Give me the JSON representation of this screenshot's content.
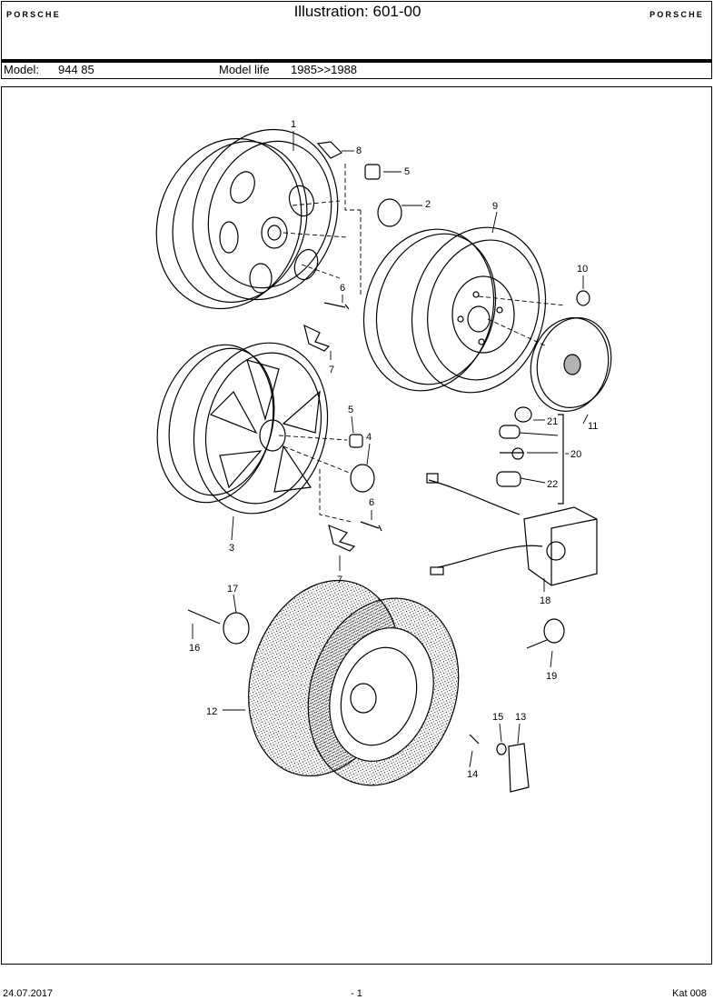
{
  "header": {
    "brand_left": "PORSCHE",
    "title": "Illustration: 601-00",
    "brand_right": "PORSCHE"
  },
  "model_row": {
    "model_label": "Model:",
    "model_value": "944 85",
    "life_label": "Model life",
    "life_value": "1985>>1988"
  },
  "callouts": [
    "1",
    "8",
    "5",
    "2",
    "9",
    "10",
    "6",
    "7",
    "11",
    "21",
    "20",
    "3",
    "4",
    "22",
    "18",
    "17",
    "16",
    "19",
    "12",
    "15",
    "13",
    "14"
  ],
  "footer": {
    "date": "24.07.2017",
    "page": "- 1",
    "catalog": "Kat 008"
  }
}
